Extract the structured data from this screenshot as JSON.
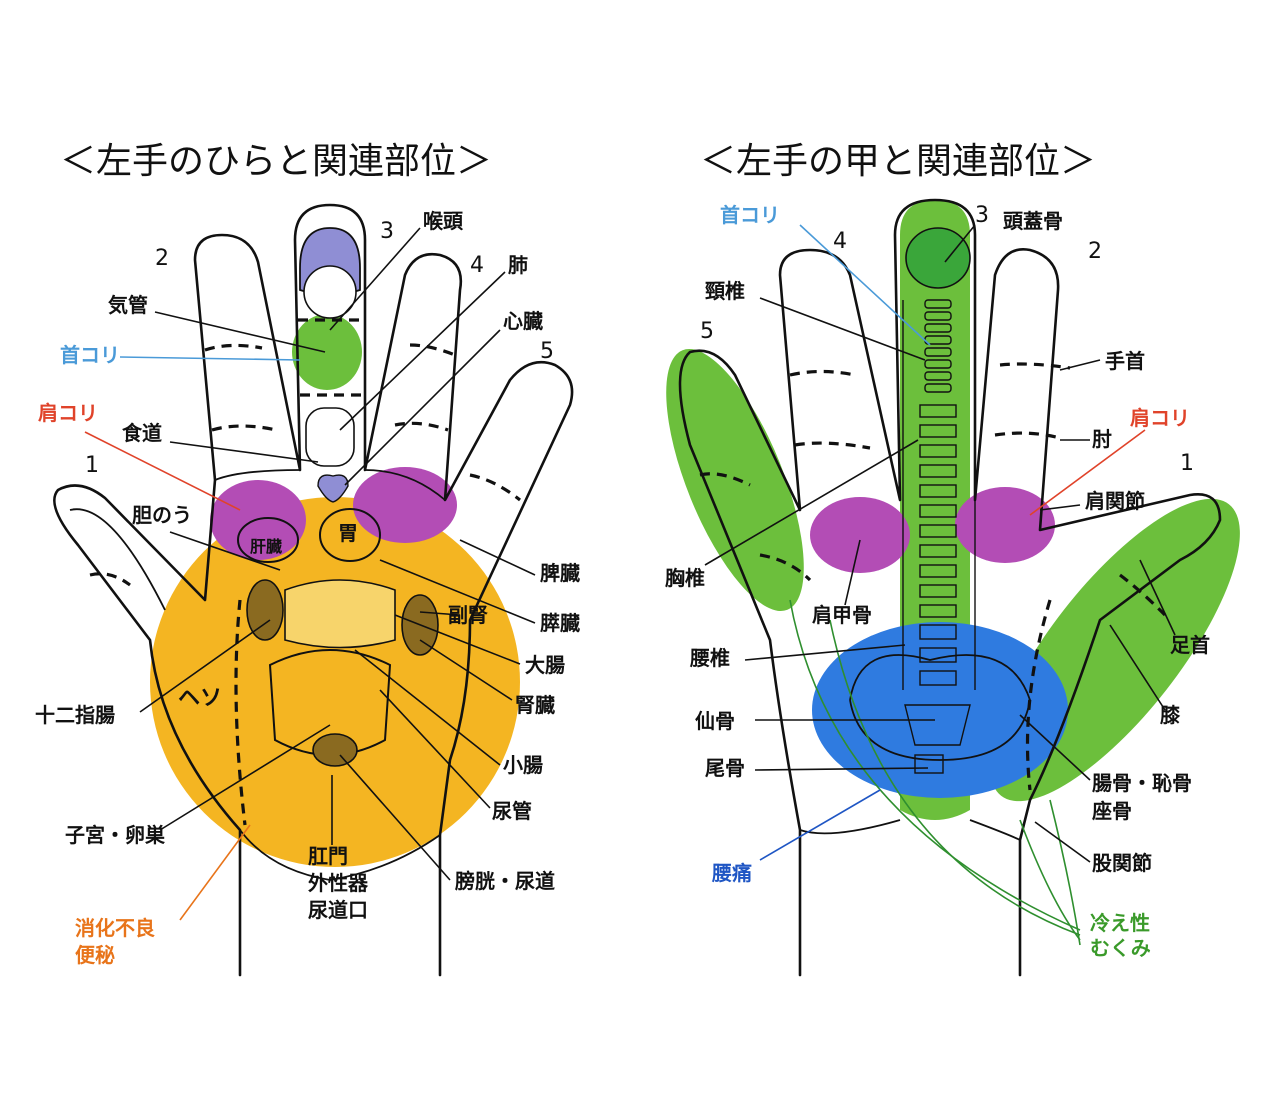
{
  "palm": {
    "title": "＜左手のひらと関連部位＞",
    "finger_numbers": [
      "1",
      "2",
      "3",
      "4",
      "5"
    ],
    "labels": {
      "kikan": "気管",
      "kubikori": "首コリ",
      "katakori": "肩コリ",
      "shokudo": "食道",
      "tannou": "胆のう",
      "kanzou": "肝臓",
      "i": "胃",
      "koutou": "喉頭",
      "hai": "肺",
      "shinzou": "心臓",
      "hizou": "脾臓",
      "suizou": "膵臓",
      "fukujin": "副腎",
      "daichou": "大腸",
      "jinzou": "腎臓",
      "shouchou": "小腸",
      "nyoukan": "尿管",
      "boukou": "膀胱・尿道",
      "juunishi": "十二指腸",
      "heso": "ヘソ",
      "shikyuu": "子宮・卵巣",
      "koumon1": "肛門",
      "koumon2": "外性器",
      "koumon3": "尿道口",
      "shouka1": "消化不良",
      "shouka2": "便秘"
    }
  },
  "back": {
    "title": "＜左手の甲と関連部位＞",
    "finger_numbers": [
      "1",
      "2",
      "3",
      "4",
      "5"
    ],
    "labels": {
      "kubikori": "首コリ",
      "zugaikotsu": "頭蓋骨",
      "keitsui": "頸椎",
      "tekubi": "手首",
      "katakori": "肩コリ",
      "hiji": "肘",
      "katakansetsu": "肩関節",
      "kyoutsui": "胸椎",
      "kenkoukotsu": "肩甲骨",
      "ashikubi": "足首",
      "youtsui": "腰椎",
      "hiza": "膝",
      "senkotsu": "仙骨",
      "bikotsu": "尾骨",
      "choukotsu1": "腸骨・恥骨",
      "choukotsu2": "座骨",
      "kokansetsu": "股関節",
      "youtsuu": "腰痛",
      "hie1": "冷え性",
      "hie2": "むくみ"
    }
  },
  "colors": {
    "green": "#6cbf3c",
    "purple": "#b34db5",
    "orange": "#f4b522",
    "blue": "#2f7be0",
    "lavender": "#8f8ed4"
  }
}
